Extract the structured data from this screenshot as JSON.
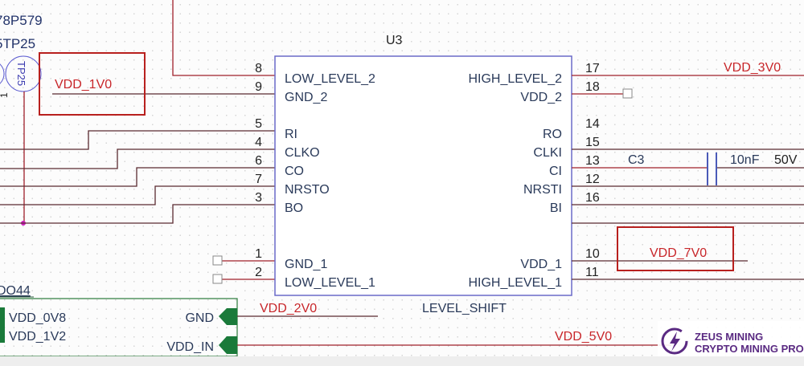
{
  "component": {
    "ref": "U3",
    "name": "LEVEL_SHIFT",
    "left_pins": [
      {
        "num": "8",
        "label": "LOW_LEVEL_2"
      },
      {
        "num": "9",
        "label": "GND_2"
      },
      {
        "num": "5",
        "label": "RI"
      },
      {
        "num": "4",
        "label": "CLKO"
      },
      {
        "num": "6",
        "label": "CO"
      },
      {
        "num": "7",
        "label": "NRSTO"
      },
      {
        "num": "3",
        "label": "BO"
      },
      {
        "num": "1",
        "label": "GND_1"
      },
      {
        "num": "2",
        "label": "LOW_LEVEL_1"
      }
    ],
    "right_pins": [
      {
        "num": "17",
        "label": "HIGH_LEVEL_2"
      },
      {
        "num": "18",
        "label": "VDD_2"
      },
      {
        "num": "14",
        "label": "RO"
      },
      {
        "num": "15",
        "label": "CLKI"
      },
      {
        "num": "13",
        "label": "CI"
      },
      {
        "num": "12",
        "label": "NRSTI"
      },
      {
        "num": "16",
        "label": "BI"
      },
      {
        "num": "10",
        "label": "VDD_1"
      },
      {
        "num": "11",
        "label": "HIGH_LEVEL_1"
      }
    ]
  },
  "nets": {
    "vdd_1v0": "VDD_1V0",
    "vdd_3v0": "VDD_3V0",
    "vdd_7v0": "VDD_7V0",
    "vdd_2v0": "VDD_2V0",
    "vdd_5v0": "VDD_5V0"
  },
  "capacitor": {
    "ref": "C3",
    "value": "10nF",
    "voltage": "50V"
  },
  "test_points": {
    "label_top": "78P579",
    "label_second": "5TP25",
    "tp_name": "TP25",
    "tp_pin": "1"
  },
  "sheet": {
    "title": "DO44",
    "left_entries": [
      "VDD_0V8",
      "VDD_1V2"
    ],
    "ports": [
      "GND",
      "VDD_IN"
    ]
  },
  "logo": {
    "line1": "ZEUS MINING",
    "line2": "CRYPTO MINING PRO",
    "color": "#5a2a82"
  },
  "colors": {
    "wire": "#a0202a",
    "net_label": "#c8262a",
    "highlight_box": "#b8201e",
    "component_border": "#6a6ac8",
    "sheet_border": "#2a7a3a"
  }
}
